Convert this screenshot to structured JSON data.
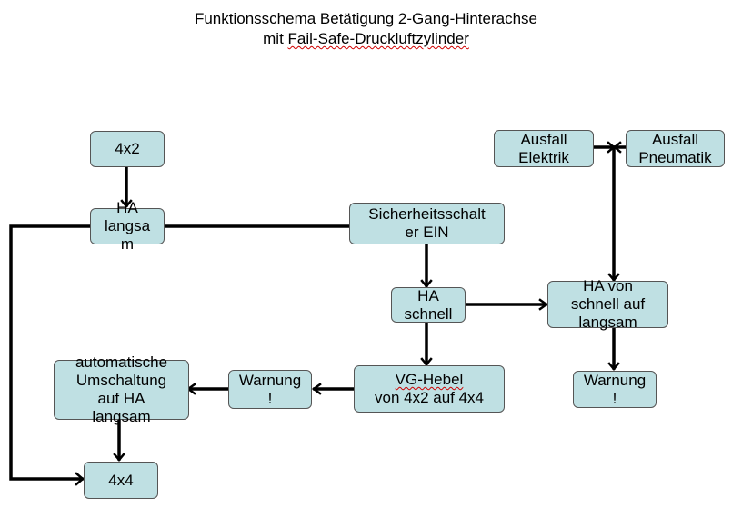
{
  "title": {
    "line1": "Funktionsschema Betätigung 2-Gang-Hinterachse",
    "line2_prefix": "mit ",
    "line2_spellflag": "Fail-Safe-Druckluftzylinder"
  },
  "nodes": {
    "n4x2": "4x2",
    "ha_langsam": "HA\nlangsa\nm",
    "sicherheitsschalter": "Sicherheitsschalt\ner EIN",
    "ha_schnell": "HA\nschnell",
    "ausfall_elektrik": "Ausfall\nElektrik",
    "ausfall_pneumatik": "Ausfall\nPneumatik",
    "ha_schnell_auf_langsam": "HA von\nschnell auf\nlangsam",
    "warnung_right": "Warnung\n!",
    "vg_hebel_line1": "VG-Hebel",
    "vg_hebel_line2": "von 4x2 auf 4x4",
    "warnung_mid": "Warnung\n!",
    "automatische_umschaltung": "automatische\nUmschaltung\nauf HA\nlangsam",
    "n4x4": "4x4"
  },
  "colors": {
    "box_fill": "#bfe0e3",
    "box_border": "#555555",
    "connector": "#000000",
    "spellcheck_underline": "#d00000"
  }
}
